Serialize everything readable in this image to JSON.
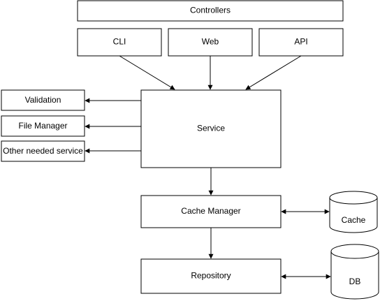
{
  "nodes": {
    "controllers": "Controllers",
    "cli": "CLI",
    "web": "Web",
    "api": "API",
    "service": "Service",
    "validation": "Validation",
    "file_manager": "File Manager",
    "other_service": "Other needed service",
    "cache_manager": "Cache Manager",
    "cache": "Cache",
    "repository": "Repository",
    "db": "DB"
  },
  "colors": {
    "stroke": "#000000",
    "fill": "#ffffff"
  }
}
